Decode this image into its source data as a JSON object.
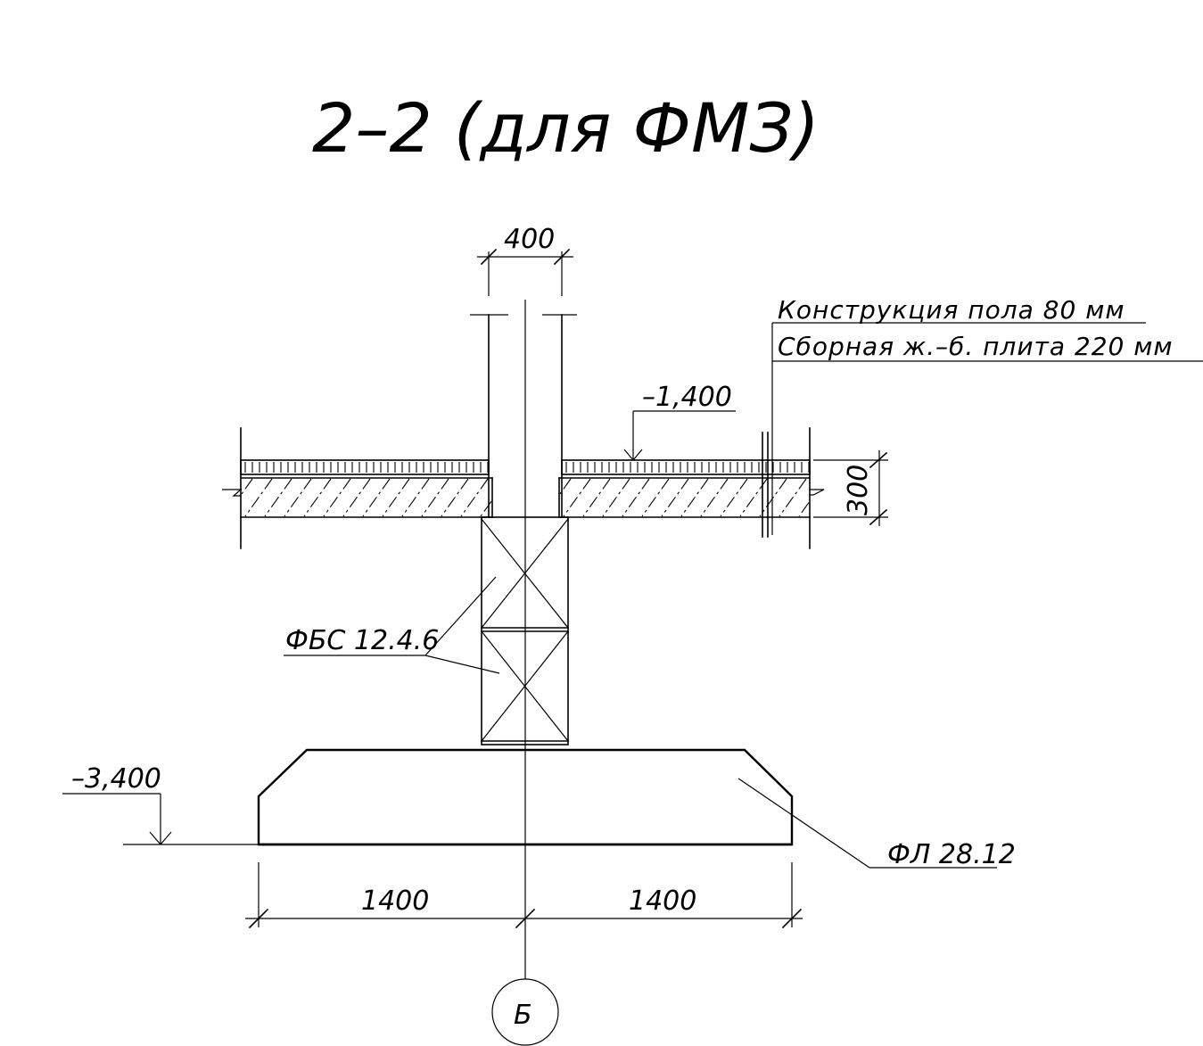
{
  "title": "2–2 (для ФМЗ)",
  "dimensions": {
    "column_width": "400",
    "floor_thickness": "300",
    "left_half": "1400",
    "right_half": "1400"
  },
  "levels": {
    "floor_level": "–1,400",
    "foundation_level": "–3,400"
  },
  "notes": {
    "floor_construction": "Конструкция пола 80 мм",
    "slab": "Сборная ж.–б. плита 220 мм"
  },
  "labels": {
    "wall_block": "ФБС 12.4.6",
    "footing": "ФЛ 28.12",
    "axis": "Б"
  }
}
